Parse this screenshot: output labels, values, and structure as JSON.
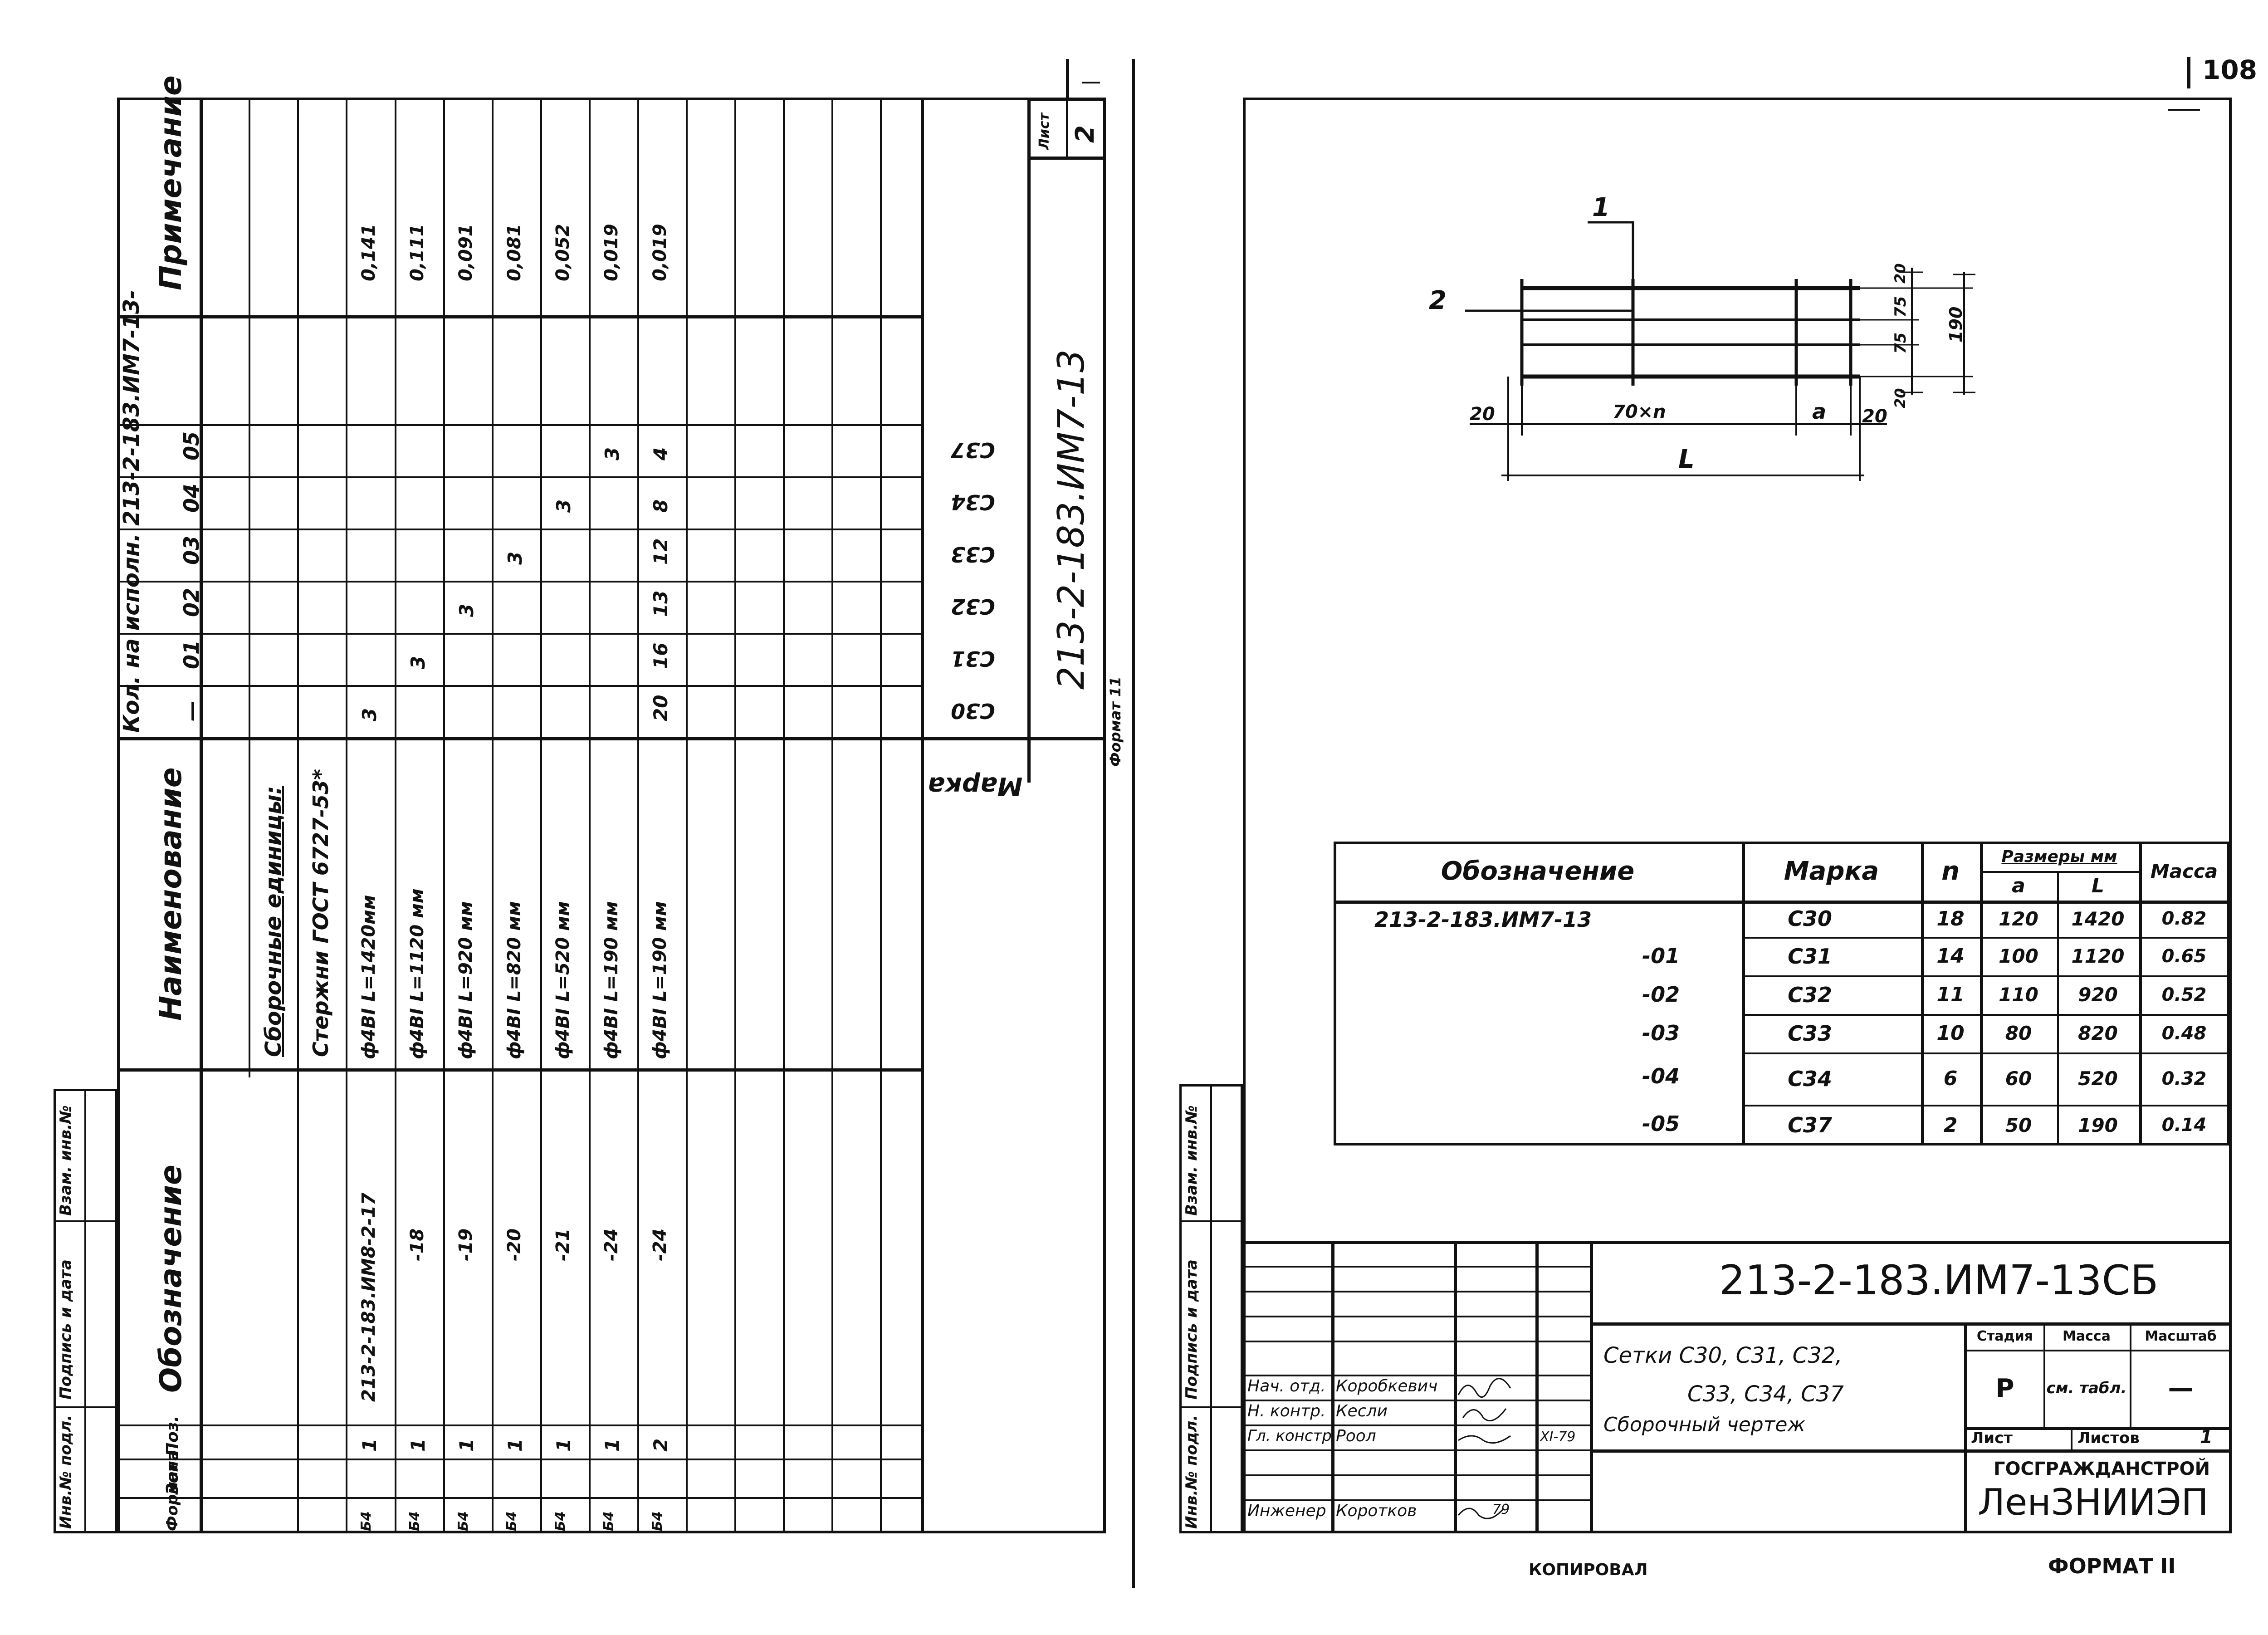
{
  "page": {
    "number": "108",
    "copied_label": "КОПИРОВАЛ",
    "format_label": "ФОРМАТ II"
  },
  "left_sheet": {
    "side_stamp": [
      "Инв.№ подл.",
      "Подпись и дата",
      "Взам. инв.№"
    ],
    "headers": {
      "format": "Формат",
      "zone": "Зона",
      "pos": "Поз.",
      "designation": "Обозначение",
      "name": "Наименование",
      "qty_title": "Кол. на исполн. 213-2-183.ИМ7-13-",
      "note": "Примечание",
      "marka": "Марка"
    },
    "exec_columns": [
      "—",
      "01",
      "02",
      "03",
      "04",
      "05"
    ],
    "marks": [
      "С30",
      "С31",
      "С32",
      "С33",
      "С34",
      "С37"
    ],
    "section_title": "Сборочные единицы:",
    "section_sub": "Стержни ГОСТ 6727-53*",
    "rows": [
      {
        "format": "Б4",
        "pos": "1",
        "designation": "213-2-183.ИМ8-2-17",
        "name": "ф4ВI  L=1420мм",
        "q": [
          "3",
          "",
          "",
          "",
          "",
          ""
        ],
        "note": "0,141"
      },
      {
        "format": "Б4",
        "pos": "1",
        "designation": "-18",
        "name": "ф4ВI  L=1120 мм",
        "q": [
          "",
          "3",
          "",
          "",
          "",
          ""
        ],
        "note": "0,111"
      },
      {
        "format": "Б4",
        "pos": "1",
        "designation": "-19",
        "name": "ф4ВI  L=920 мм",
        "q": [
          "",
          "",
          "3",
          "",
          "",
          ""
        ],
        "note": "0,091"
      },
      {
        "format": "Б4",
        "pos": "1",
        "designation": "-20",
        "name": "ф4ВI  L=820 мм",
        "q": [
          "",
          "",
          "",
          "3",
          "",
          ""
        ],
        "note": "0,081"
      },
      {
        "format": "Б4",
        "pos": "1",
        "designation": "-21",
        "name": "ф4ВI  L=520 мм",
        "q": [
          "",
          "",
          "",
          "",
          "3",
          ""
        ],
        "note": "0,052"
      },
      {
        "format": "Б4",
        "pos": "1",
        "designation": "-24",
        "name": "ф4ВI  L=190 мм",
        "q": [
          "",
          "",
          "",
          "",
          "",
          "3"
        ],
        "note": "0,019"
      },
      {
        "format": "Б4",
        "pos": "2",
        "designation": "-24",
        "name": "ф4ВI  L=190 мм",
        "q": [
          "20",
          "16",
          "13",
          "12",
          "8",
          "4"
        ],
        "note": "0,019"
      }
    ],
    "doc_code": "213-2-183.ИМ7-13",
    "sheet_label": "Лист",
    "sheet_number": "2",
    "format_note": "Формат 11"
  },
  "right_sheet": {
    "side_stamp": [
      "Инв.№ подл.",
      "Подпись и дата",
      "Взам. инв.№"
    ],
    "drawing": {
      "labels": {
        "pos1": "1",
        "pos2": "2",
        "dim20a": "20",
        "dim70n": "70×n",
        "dima": "a",
        "dim20b": "20",
        "dimL": "L",
        "v20a": "20",
        "v75a": "75",
        "v75b": "75",
        "v20b": "20",
        "v190": "190"
      }
    },
    "spec_table": {
      "headers": {
        "designation": "Обозначение",
        "marka": "Марка",
        "n": "n",
        "sizes": "Размеры мм",
        "a": "a",
        "L": "L",
        "mass": "Масса"
      },
      "rows": [
        {
          "designation": "213-2-183.ИМ7-13",
          "marka": "С30",
          "n": "18",
          "a": "120",
          "L": "1420",
          "mass": "0.82"
        },
        {
          "designation": "-01",
          "marka": "С31",
          "n": "14",
          "a": "100",
          "L": "1120",
          "mass": "0.65"
        },
        {
          "designation": "-02",
          "marka": "С32",
          "n": "11",
          "a": "110",
          "L": "920",
          "mass": "0.52"
        },
        {
          "designation": "-03",
          "marka": "С33",
          "n": "10",
          "a": "80",
          "L": "820",
          "mass": "0.48"
        },
        {
          "designation": "-04",
          "marka": "С34",
          "n": "6",
          "a": "60",
          "L": "520",
          "mass": "0.32"
        },
        {
          "designation": "-05",
          "marka": "С37",
          "n": "2",
          "a": "50",
          "L": "190",
          "mass": "0.14"
        }
      ]
    },
    "title_block": {
      "doc_code": "213-2-183.ИМ7-13СБ",
      "title_line1": "Сетки  С30, С31, С32,",
      "title_line2": "С33,  С34, С37",
      "title_line3": "Сборочный   чертеж",
      "stage_label": "Стадия",
      "mass_label": "Масса",
      "scale_label": "Масштаб",
      "stage_value": "Р",
      "mass_value": "см. табл.",
      "scale_value": "—",
      "sheet_label": "Лист",
      "sheets_label": "Листов",
      "sheets_value": "1",
      "org1": "ГОСГРАЖДАНСТРОЙ",
      "org2": "ЛенЗНИИЭП",
      "people": [
        {
          "role": "Нач. отд.",
          "name": "Коробкевич",
          "date": ""
        },
        {
          "role": "Н. контр.",
          "name": "Кесли",
          "date": ""
        },
        {
          "role": "Гл. констр",
          "name": "Роол",
          "date": "XI-79"
        },
        {
          "role": "Инженер",
          "name": "Коротков",
          "date": "79"
        }
      ]
    }
  }
}
